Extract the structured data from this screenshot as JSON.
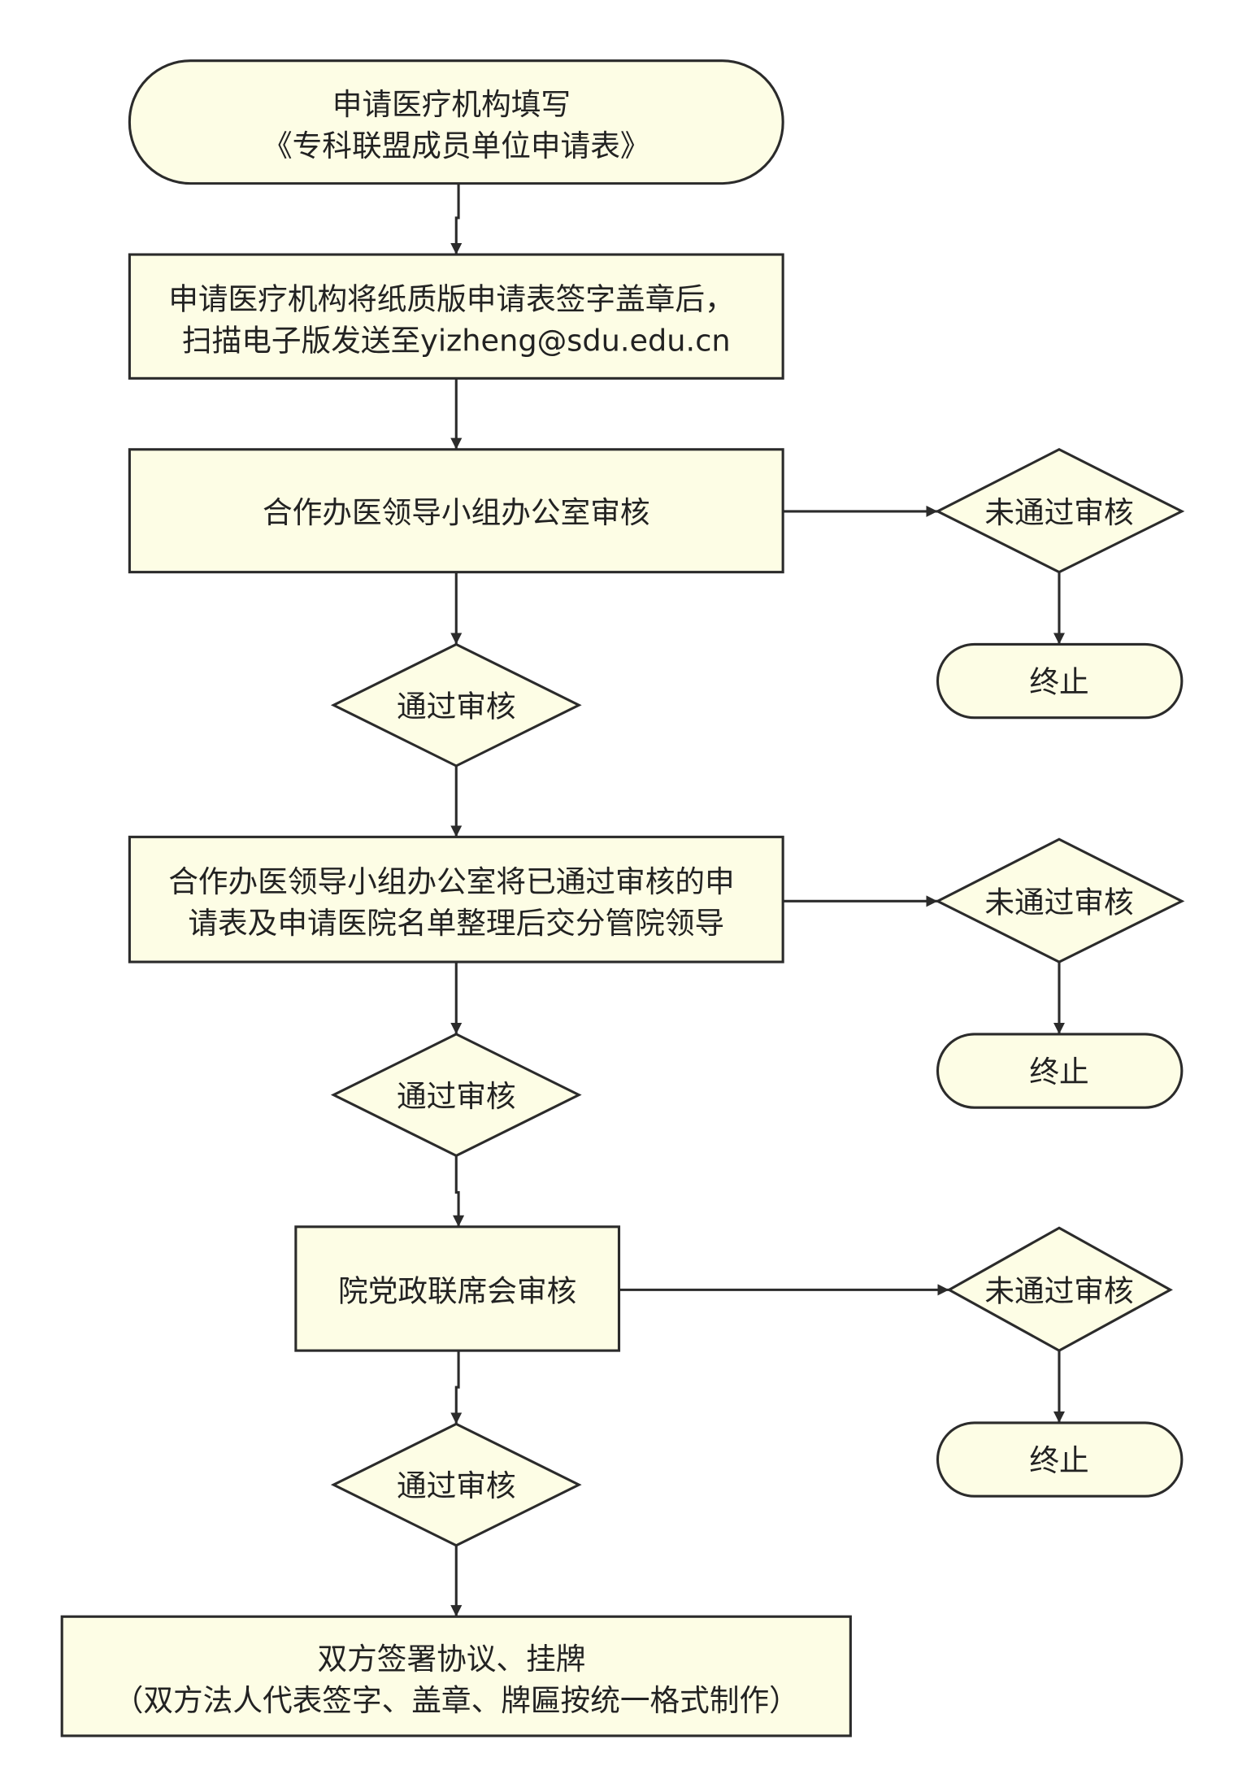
{
  "flowchart": {
    "nodes": {
      "apply_fill": {
        "lines": [
          "申请医疗机构填写",
          "《专科联盟成员单位申请表》"
        ]
      },
      "submit_form": {
        "lines": [
          "申请医疗机构将纸质版申请表签字盖章后，",
          "扫描电子版发送至yizheng@sdu.edu.cn"
        ]
      },
      "office_review": {
        "lines": [
          "合作办医领导小组办公室审核"
        ]
      },
      "reject_1": {
        "lines": [
          "未通过审核"
        ]
      },
      "end_1": {
        "lines": [
          "终止"
        ]
      },
      "pass_1": {
        "lines": [
          "通过审核"
        ]
      },
      "office_forward": {
        "lines": [
          "合作办医领导小组办公室将已通过审核的申",
          "请表及申请医院名单整理后交分管院领导"
        ]
      },
      "reject_2": {
        "lines": [
          "未通过审核"
        ]
      },
      "end_2": {
        "lines": [
          "终止"
        ]
      },
      "pass_2": {
        "lines": [
          "通过审核"
        ]
      },
      "joint_meeting": {
        "lines": [
          "院党政联席会审核"
        ]
      },
      "reject_3": {
        "lines": [
          "未通过审核"
        ]
      },
      "end_3": {
        "lines": [
          "终止"
        ]
      },
      "pass_3": {
        "lines": [
          "通过审核"
        ]
      },
      "sign_agreement": {
        "lines": [
          "双方签署协议、挂牌",
          "（双方法人代表签字、盖章、牌匾按统一格式制作）"
        ]
      }
    },
    "colors": {
      "node_fill": "#fdfde5",
      "stroke": "#2b2b2b",
      "text": "#222222"
    }
  }
}
